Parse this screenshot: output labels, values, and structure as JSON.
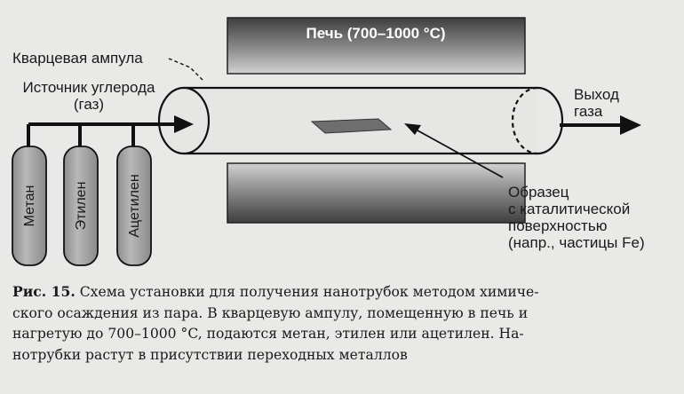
{
  "furnace": {
    "label": "Печь (700–1000 °C)"
  },
  "ampoule": {
    "label": "Кварцевая ампула"
  },
  "source": {
    "line1": "Источник углерода",
    "line2": "(газ)"
  },
  "outlet": {
    "line1": "Выход",
    "line2": "газа"
  },
  "sample": {
    "line1": "Образец",
    "line2": "с каталитической",
    "line3": "поверхностью",
    "line4": "(напр., частицы Fe)"
  },
  "cylinders": [
    {
      "label": "Метан"
    },
    {
      "label": "Этилен"
    },
    {
      "label": "Ацетилен"
    }
  ],
  "caption": {
    "figure": "Рис. 15.",
    "line1": "Схема установки для получения нанотрубок методом химиче-",
    "line2": "ского осаждения из пара. В кварцевую ампулу, помещенную в печь и",
    "line3": "нагретую до 700–1000 °C, подаются метан, этилен или ацетилен. На-",
    "line4": "нотрубки растут в присутствии переходных металлов"
  },
  "colors": {
    "background": "#e9e9e7",
    "furnace_dark": "#4a4a4a",
    "furnace_light": "#cfcfcf",
    "tube_fill": "#e4e4e2",
    "sample": "#6e6e6e",
    "cylinder": "#a9a9a9",
    "ink": "#111111"
  }
}
